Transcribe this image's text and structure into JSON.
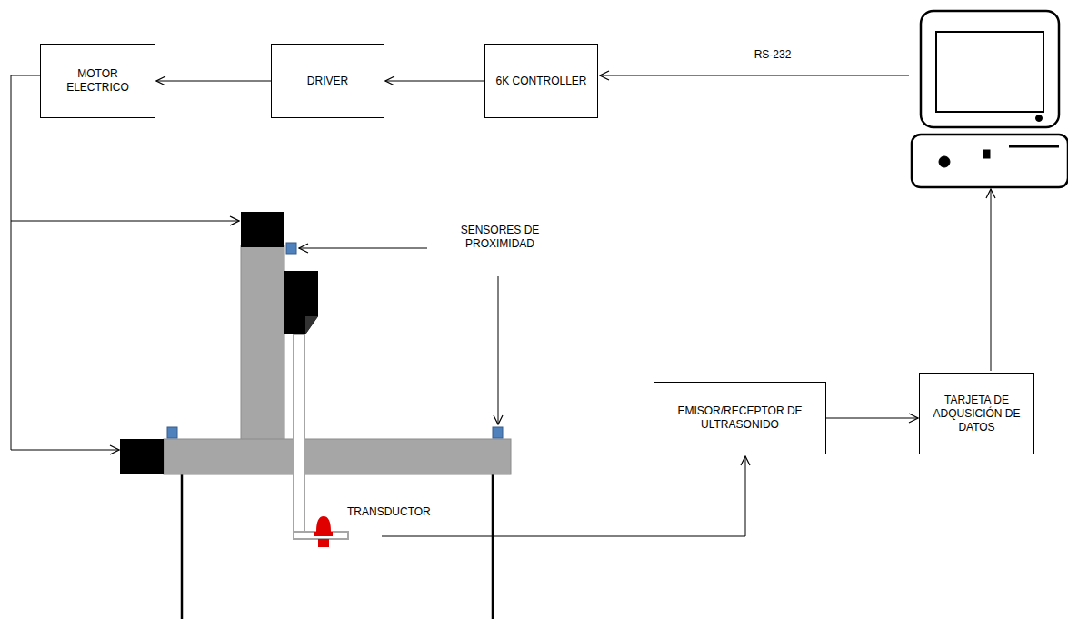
{
  "diagram": {
    "nodes": [
      {
        "text": [
          "MOTOR ELECTRICO"
        ]
      },
      {
        "text": [
          "DRIVER"
        ]
      },
      {
        "text": [
          "6K CONTROLLER"
        ]
      },
      {
        "text": [
          "EMISOR/RECEPTOR DE ULTRASONIDO"
        ]
      },
      {
        "text": [
          "TARJETA DE ADQUSICIÓN DE DATOS"
        ]
      }
    ],
    "edges": [
      {
        "from": 1,
        "to": 0,
        "arrow": "to"
      },
      {
        "from": 2,
        "to": 1,
        "arrow": "to"
      },
      {
        "from": 3,
        "to": 4,
        "arrow": "to"
      }
    ],
    "labels": [
      "RS-232",
      "SENSORES DE PROXIMIDAD",
      "TRANSDUCTOR"
    ]
  }
}
